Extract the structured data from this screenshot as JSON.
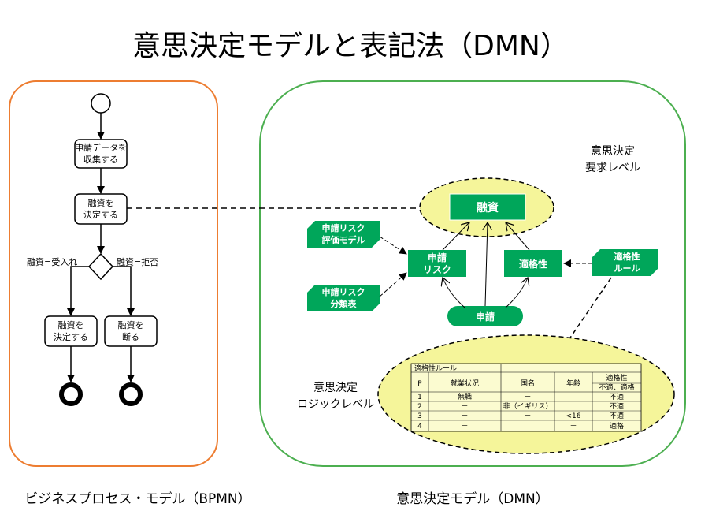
{
  "title": "意思決定モデルと表記法（DMN）",
  "bpmn": {
    "caption": "ビジネスプロセス・モデル（BPMN）",
    "task_collect": [
      "申請データを",
      "収集する"
    ],
    "task_decide": [
      "融資を",
      "決定する"
    ],
    "gateway_yes": "融資=受入れ",
    "gateway_no": "融資=拒否",
    "task_execute": [
      "融資を",
      "決定する"
    ],
    "task_refuse": [
      "融資を",
      "断る"
    ]
  },
  "dmn": {
    "caption": "意思決定モデル（DMN）",
    "level_req": [
      "意思決定",
      "要求レベル"
    ],
    "level_logic": [
      "意思決定",
      "ロジックレベル"
    ],
    "decision_main": "融資",
    "decision_risk": [
      "申請",
      "リスク"
    ],
    "decision_elig": "適格性",
    "input_data": "申請",
    "knowledge_model": [
      "申請リスク",
      "評価モデル"
    ],
    "knowledge_table": [
      "申請リスク",
      "分類表"
    ],
    "knowledge_rule": [
      "適格性",
      "ルール"
    ],
    "table": {
      "title": "適格性ルール",
      "headers": [
        "P",
        "就業状況",
        "国名",
        "年齢",
        "適格性"
      ],
      "output_values": "不適、適格",
      "rows": [
        [
          "1",
          "無職",
          "－",
          "",
          "不適"
        ],
        [
          "2",
          "－",
          "非（イギリス）",
          "",
          "不適"
        ],
        [
          "3",
          "－",
          "－",
          "<16",
          "不適"
        ],
        [
          "4",
          "－",
          "",
          "－",
          "適格"
        ]
      ]
    }
  },
  "colors": {
    "bpmn_border": "#ed7d31",
    "dmn_border": "#4caf50",
    "decision_fill": "#00a65a",
    "ellipse_fill": "#f5f59a",
    "ellipse_stroke": "#000000"
  }
}
